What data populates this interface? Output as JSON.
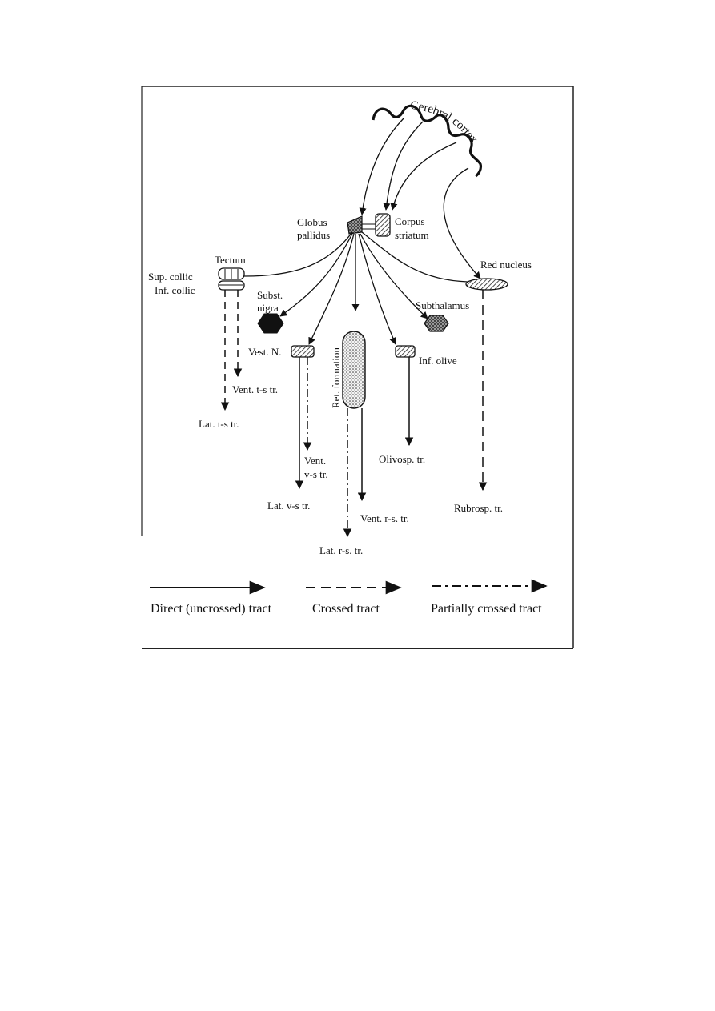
{
  "diagram": {
    "labels": {
      "cerebral_cortex": "Cerebral cortex",
      "globus_pallidus_1": "Globus",
      "globus_pallidus_2": "pallidus",
      "corpus_striatum_1": "Corpus",
      "corpus_striatum_2": "striatum",
      "tectum": "Tectum",
      "sup_collic": "Sup. collic",
      "inf_collic": "Inf. collic",
      "subst_nigra_1": "Subst.",
      "subst_nigra_2": "nigra",
      "red_nucleus": "Red nucleus",
      "subthalamus": "Subthalamus",
      "vest_n": "Vest. N.",
      "ret_formation": "Ret. formation",
      "inf_olive": "Inf. olive",
      "vent_ts_tr": "Vent. t-s tr.",
      "lat_ts_tr": "Lat. t-s tr.",
      "vent_vs_1": "Vent.",
      "vent_vs_2": "v-s tr.",
      "lat_vs_tr": "Lat. v-s tr.",
      "olivosp_tr": "Olivosp. tr.",
      "vent_rs_tr": "Vent. r-s. tr.",
      "lat_rs_tr": "Lat. r-s. tr.",
      "rubrosp_tr": "Rubrosp. tr."
    },
    "legend": {
      "direct": "Direct (uncrossed) tract",
      "crossed": "Crossed tract",
      "partial": "Partially crossed tract"
    }
  }
}
